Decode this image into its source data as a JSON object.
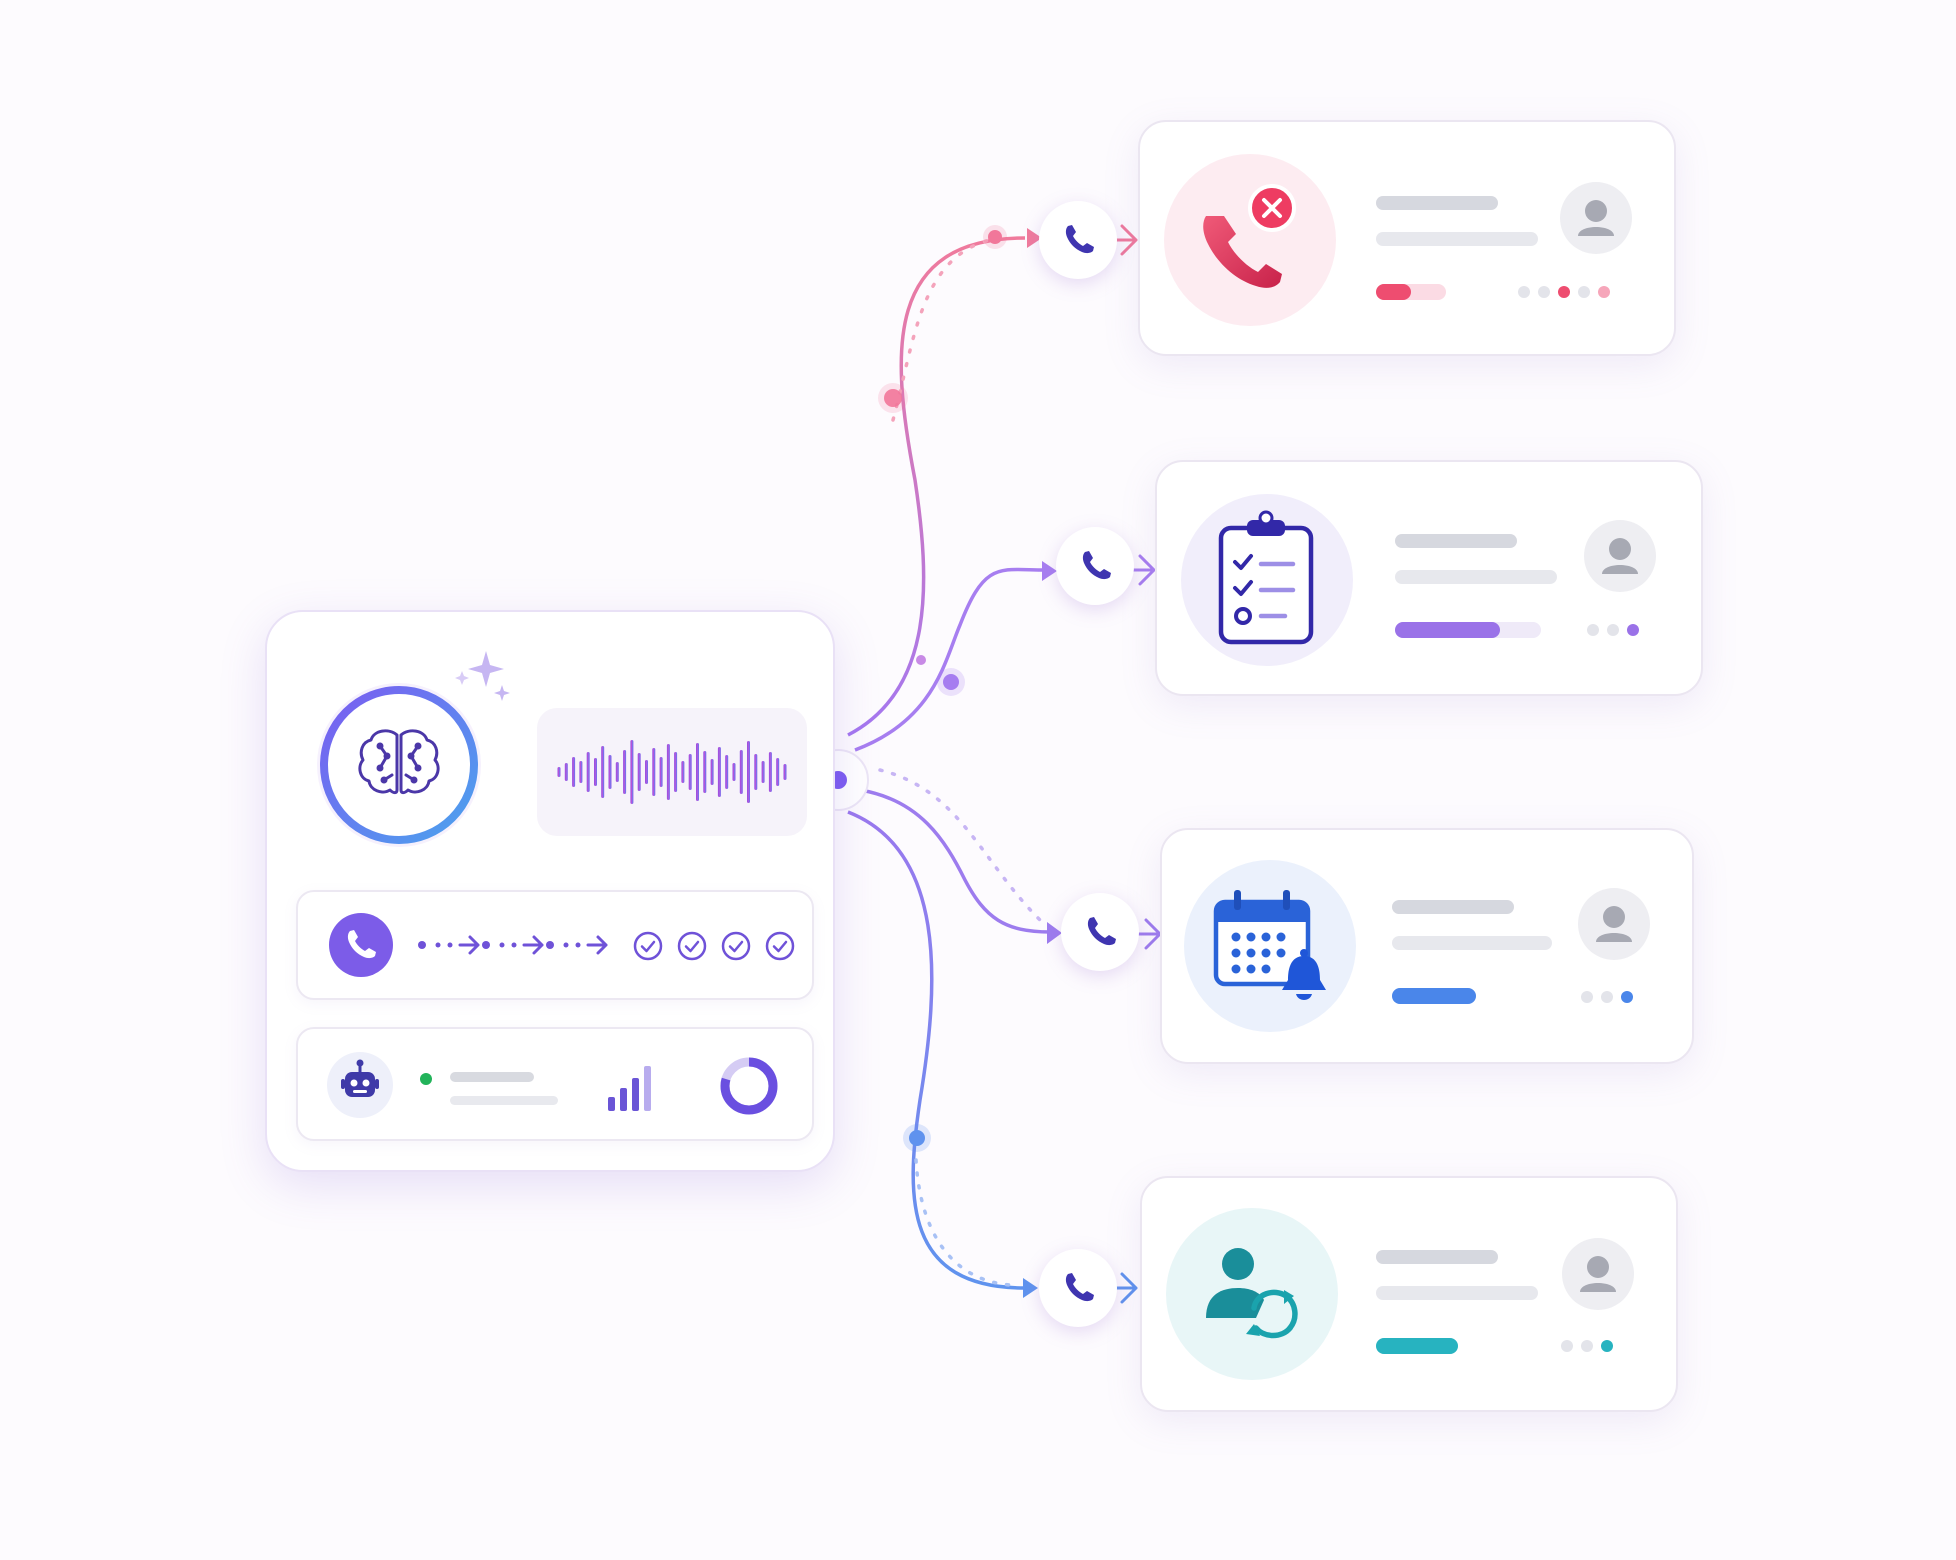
{
  "diagram": {
    "accent": "#7c5cf0",
    "hub": {
      "brain_icon": "brain-icon",
      "waveform_icon": "audio-waveform-icon",
      "call_row": {
        "phone_icon": "phone-icon",
        "arrow_icon": "dotted-arrow-icon",
        "check_icon": "check-circle-icon",
        "check_count": 4
      },
      "status_row": {
        "robot_icon": "robot-icon",
        "status_dot_color": "#22b35a",
        "signal_icon": "signal-bars-icon",
        "progress_ring_icon": "progress-ring-icon"
      }
    },
    "outcomes": [
      {
        "id": "call-rejected",
        "icon": "phone-declined-icon",
        "color": "#ee4d70",
        "progress": 0.5,
        "active_dot": 3,
        "dots": 5
      },
      {
        "id": "task-checklist",
        "icon": "clipboard-checklist-icon",
        "color": "#9a72e8",
        "progress": 0.72,
        "active_dot": 3,
        "dots": 3
      },
      {
        "id": "scheduled-reminder",
        "icon": "calendar-bell-icon",
        "color": "#4a86ea",
        "progress": 1.0,
        "active_dot": 3,
        "dots": 3
      },
      {
        "id": "follow-up",
        "icon": "user-refresh-icon",
        "color": "#27b3c0",
        "progress": 1.0,
        "active_dot": 3,
        "dots": 3
      }
    ]
  }
}
